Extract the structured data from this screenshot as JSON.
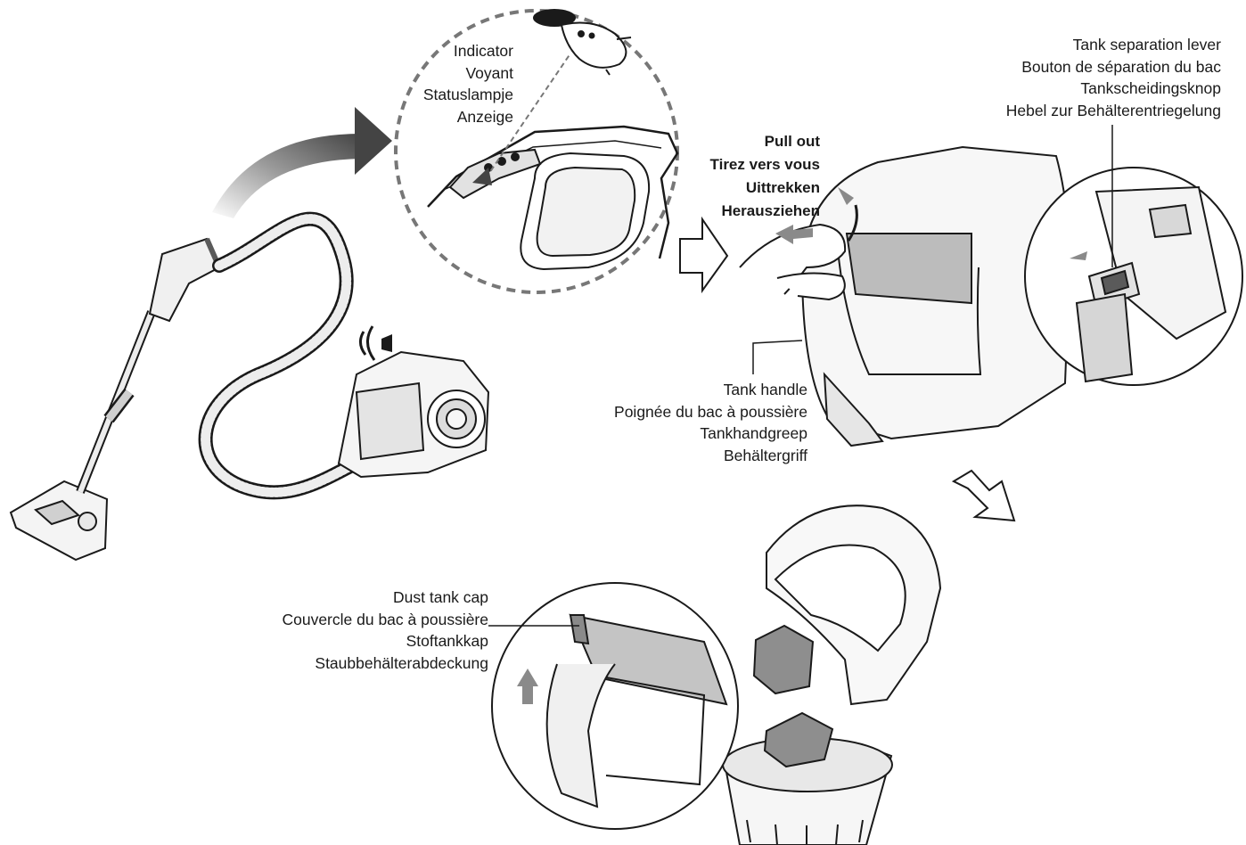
{
  "indicator_label": {
    "en": "Indicator",
    "fr": "Voyant",
    "nl": "Statuslampje",
    "de": "Anzeige"
  },
  "pull_out_label": {
    "en": "Pull out",
    "fr": "Tirez vers vous",
    "nl": "Uittrekken",
    "de": "Herausziehen"
  },
  "tank_separation_lever_label": {
    "en": "Tank separation lever",
    "fr": "Bouton de séparation du bac",
    "nl": "Tankscheidingsknop",
    "de": "Hebel zur Behälterentriegelung"
  },
  "tank_handle_label": {
    "en": "Tank handle",
    "fr": "Poignée du bac à poussière",
    "nl": "Tankhandgreep",
    "de": "Behältergriff"
  },
  "dust_tank_cap_label": {
    "en": "Dust tank cap",
    "fr": "Couvercle du bac à poussière",
    "nl": "Stoftankkap",
    "de": "Staubbehälterabdeckung"
  },
  "colors": {
    "line": "#1a1a1a",
    "fill_light": "#e6e6e6",
    "fill_mid": "#a8a8a8",
    "fill_dark": "#5a5a5a"
  }
}
